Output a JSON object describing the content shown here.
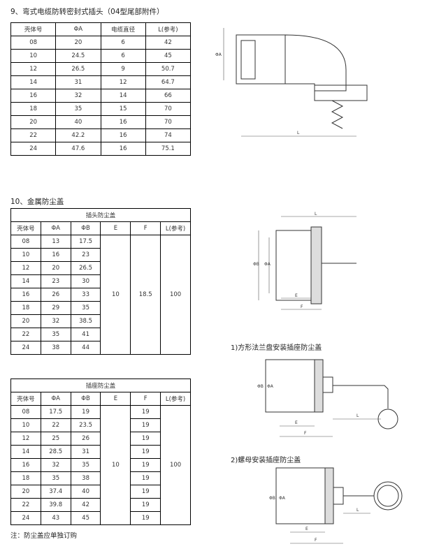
{
  "section9": {
    "title": "9、弯式电缆防转密封式插头（04型尾部附件）",
    "headers": [
      "壳体号",
      "ΦA",
      "电缆直径",
      "L(参考)"
    ],
    "rows": [
      [
        "08",
        "20",
        "6",
        "42"
      ],
      [
        "10",
        "24.5",
        "6",
        "45"
      ],
      [
        "12",
        "26.5",
        "9",
        "50.7"
      ],
      [
        "14",
        "31",
        "12",
        "64.7"
      ],
      [
        "16",
        "32",
        "14",
        "66"
      ],
      [
        "18",
        "35",
        "15",
        "70"
      ],
      [
        "20",
        "40",
        "16",
        "70"
      ],
      [
        "22",
        "42.2",
        "16",
        "74"
      ],
      [
        "24",
        "47.6",
        "16",
        "75.1"
      ]
    ],
    "drawing_labels": {
      "dia": "ΦA",
      "len": "L"
    }
  },
  "section10": {
    "title": "10、金属防尘盖",
    "plug": {
      "caption": "插头防尘盖",
      "headers": [
        "壳体号",
        "ΦA",
        "ΦB",
        "E",
        "F",
        "L(参考)"
      ],
      "rows": [
        [
          "08",
          "13",
          "17.5"
        ],
        [
          "10",
          "16",
          "23"
        ],
        [
          "12",
          "20",
          "26.5"
        ],
        [
          "14",
          "23",
          "30"
        ],
        [
          "16",
          "26",
          "33"
        ],
        [
          "18",
          "29",
          "35"
        ],
        [
          "20",
          "32",
          "38.5"
        ],
        [
          "22",
          "35",
          "41"
        ],
        [
          "24",
          "38",
          "44"
        ]
      ],
      "E": "10",
      "F": "18.5",
      "L": "100"
    },
    "socket": {
      "caption": "插座防尘盖",
      "headers": [
        "壳体号",
        "ΦA",
        "ΦB",
        "E",
        "F",
        "L(参考)"
      ],
      "rows": [
        [
          "08",
          "17.5",
          "19",
          "19"
        ],
        [
          "10",
          "22",
          "23.5",
          "19"
        ],
        [
          "12",
          "25",
          "26",
          "19"
        ],
        [
          "14",
          "28.5",
          "31",
          "19"
        ],
        [
          "16",
          "32",
          "35",
          "19"
        ],
        [
          "18",
          "35",
          "38",
          "19"
        ],
        [
          "20",
          "37.4",
          "40",
          "19"
        ],
        [
          "22",
          "39.8",
          "42",
          "19"
        ],
        [
          "24",
          "43",
          "45",
          "19"
        ]
      ],
      "E": "10",
      "L": "100"
    },
    "caption1": "1)方形法兰盘安装插座防尘盖",
    "caption2": "2)螺母安装插座防尘盖",
    "note": "注：防尘盖应单独订购",
    "dim": {
      "A": "ΦA",
      "B": "ΦB",
      "E": "E",
      "F": "F",
      "L": "L"
    }
  }
}
